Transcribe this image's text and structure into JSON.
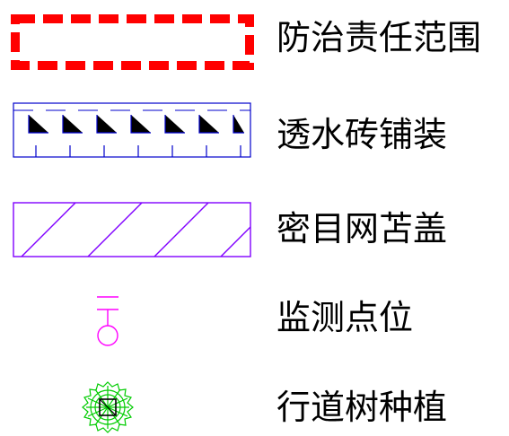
{
  "legend": {
    "items": [
      {
        "label": "防治责任范围",
        "symbol": "red-dashed-rectangle",
        "color": "#ff0000"
      },
      {
        "label": "透水砖铺装",
        "symbol": "blue-brick-pattern-rectangle",
        "color": "#0000cc"
      },
      {
        "label": "密目网苫盖",
        "symbol": "purple-hatched-rectangle",
        "color": "#8000ff"
      },
      {
        "label": "监测点位",
        "symbol": "magenta-monitoring-point-icon",
        "color": "#ff00ff"
      },
      {
        "label": "行道树种植",
        "symbol": "green-tree-planting-icon",
        "color": "#00cc00"
      }
    ]
  }
}
